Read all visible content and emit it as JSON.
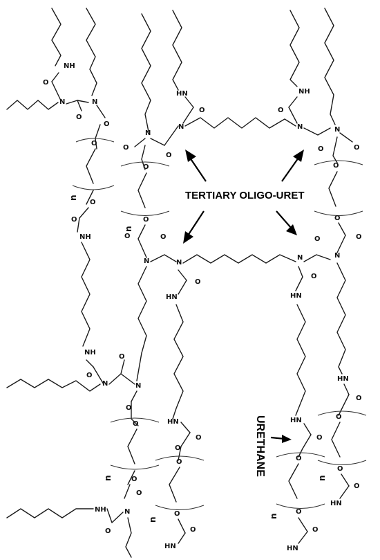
{
  "labels": {
    "tertiary": "TERTIARY OLIGO-URET",
    "urethane": "URETHANE"
  },
  "atoms": {
    "N": "N",
    "O": "O",
    "NH": "NH",
    "HN": "HN",
    "n": "n"
  },
  "colors": {
    "ink": "#111111",
    "paper": "#ffffff"
  }
}
